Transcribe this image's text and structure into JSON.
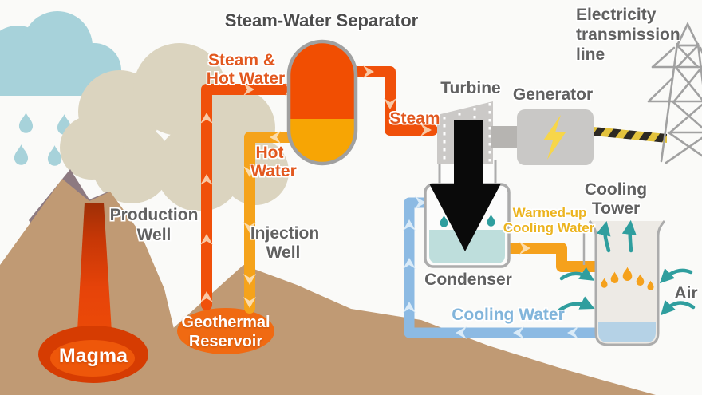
{
  "labels": {
    "separator": "Steam-Water Separator",
    "electricity_1": "Electricity",
    "electricity_2": "transmission",
    "electricity_3": "line",
    "turbine": "Turbine",
    "generator": "Generator",
    "steam_hot_water_1": "Steam &",
    "steam_hot_water_2": "Hot Water",
    "hot_water_1": "Hot",
    "hot_water_2": "Water",
    "steam": "Steam",
    "production_well_1": "Production",
    "production_well_2": "Well",
    "injection_well_1": "Injection",
    "injection_well_2": "Well",
    "geothermal_reservoir_1": "Geothermal",
    "geothermal_reservoir_2": "Reservoir",
    "magma": "Magma",
    "condenser": "Condenser",
    "cooling_tower_1": "Cooling",
    "cooling_tower_2": "Tower",
    "warmed_up_1": "Warmed-up",
    "warmed_up_2": "Cooling Water",
    "cooling_water": "Cooling Water",
    "air": "Air"
  },
  "colors": {
    "steam_pipe": "#F0500A",
    "hot_pipe": "#F5A31B",
    "cooling_pipe": "#8CBAE3",
    "warmed_pipe": "#F5A11C",
    "chev_on_red": "#F8C9A6",
    "chev_on_amber": "#FBDCAC",
    "chev_on_blue": "#DAEBF8",
    "teal": "#2F9E9E",
    "separator_top": "#F14E02",
    "separator_bottom": "#F7A504",
    "magma_outer": "#D63C02",
    "magma_inner": "#EE570A",
    "reservoir": "#F06A12",
    "mountain": "#C09A74",
    "peak": "#8D7A81",
    "rain_cloud": "#A7D2DA",
    "steam_cloud": "#DBD4BF",
    "condenser_water": "#BEDEDC",
    "tower_water": "#B5D2E6",
    "bolt": "#F7D64A",
    "label_gray": "#616161",
    "label_orange": "#E2581F",
    "label_amber": "#ECB41F",
    "label_blue": "#82B5DB"
  }
}
